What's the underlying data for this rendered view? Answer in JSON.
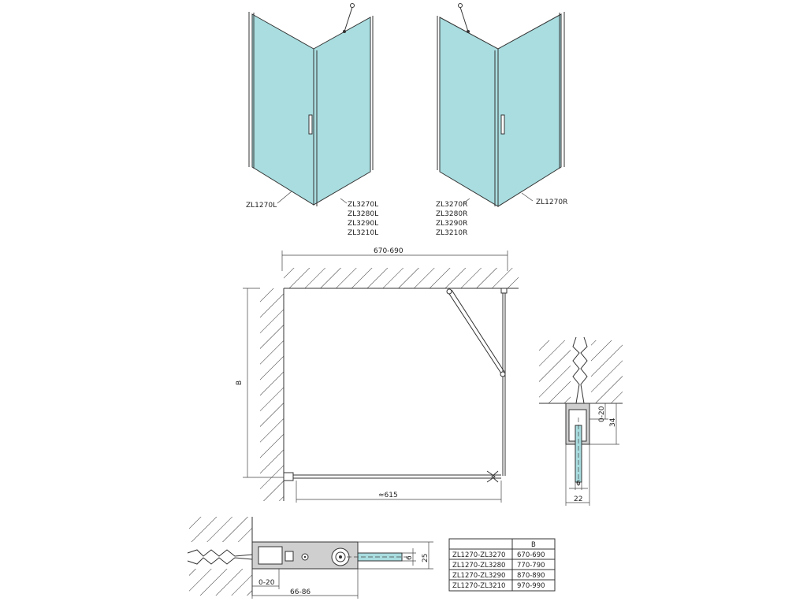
{
  "labels": {
    "left_frame": "ZL1270L",
    "left_doors": [
      "ZL3270L",
      "ZL3280L",
      "ZL3290L",
      "ZL3210L"
    ],
    "right_doors": [
      "ZL3270R",
      "ZL3280R",
      "ZL3290R",
      "ZL3210R"
    ],
    "right_frame": "ZL1270R"
  },
  "dimensions": {
    "top_width": "670-690",
    "height_b": "B",
    "bottom_width": "≈615",
    "detail_range": "0-20",
    "detail_34": "34",
    "detail_6": "6",
    "detail_22": "22",
    "bottom_range": "0-20",
    "bottom_66": "66-86",
    "bottom_6": "6",
    "bottom_25": "25"
  },
  "table": {
    "header": [
      "",
      "B"
    ],
    "rows": [
      [
        "ZL1270-ZL3270",
        "670-690"
      ],
      [
        "ZL1270-ZL3280",
        "770-790"
      ],
      [
        "ZL1270-ZL3290",
        "870-890"
      ],
      [
        "ZL1270-ZL3210",
        "970-990"
      ]
    ]
  },
  "colors": {
    "glass": "#a9dde0",
    "line": "#333333"
  }
}
